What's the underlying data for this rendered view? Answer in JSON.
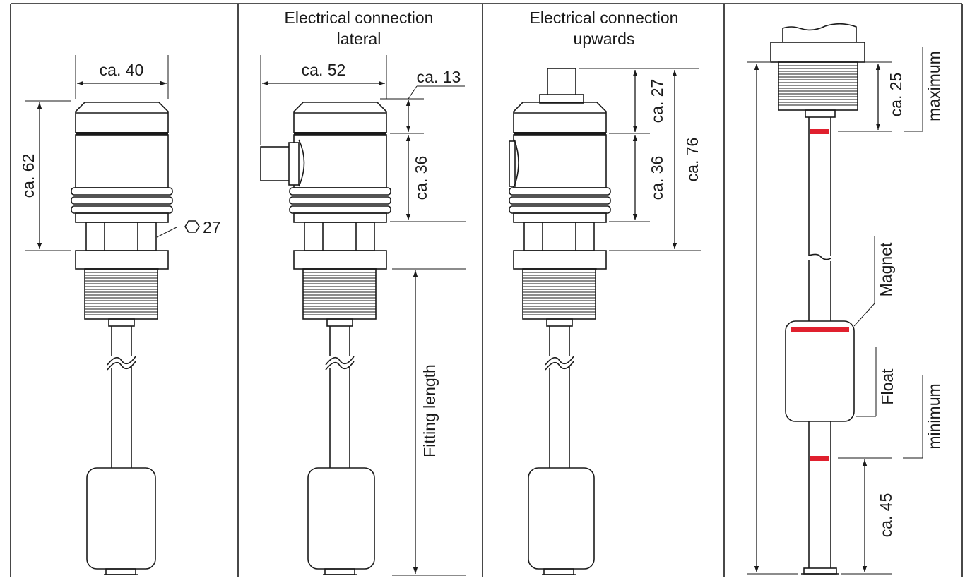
{
  "panels": [
    {
      "title_lines": [],
      "dims": {
        "width_top": "ca. 40",
        "height": "ca. 62",
        "hex": "27"
      }
    },
    {
      "title_lines": [
        "Electrical connection",
        "lateral"
      ],
      "dims": {
        "width_top": "ca. 52",
        "cap": "ca. 13",
        "body": "ca. 36",
        "fitting": "Fitting length"
      }
    },
    {
      "title_lines": [
        "Electrical connection",
        "upwards"
      ],
      "dims": {
        "cap": "ca. 27",
        "body": "ca. 36",
        "total": "ca. 76"
      }
    },
    {
      "title_lines": [],
      "dims": {
        "top": "ca. 25",
        "bottom": "ca. 45"
      },
      "labels": {
        "maximum": "maximum",
        "magnet": "Magnet",
        "float": "Float",
        "minimum": "minimum"
      }
    }
  ],
  "colors": {
    "line": "#1a1a1a",
    "magnet_mark": "#e0202e"
  }
}
